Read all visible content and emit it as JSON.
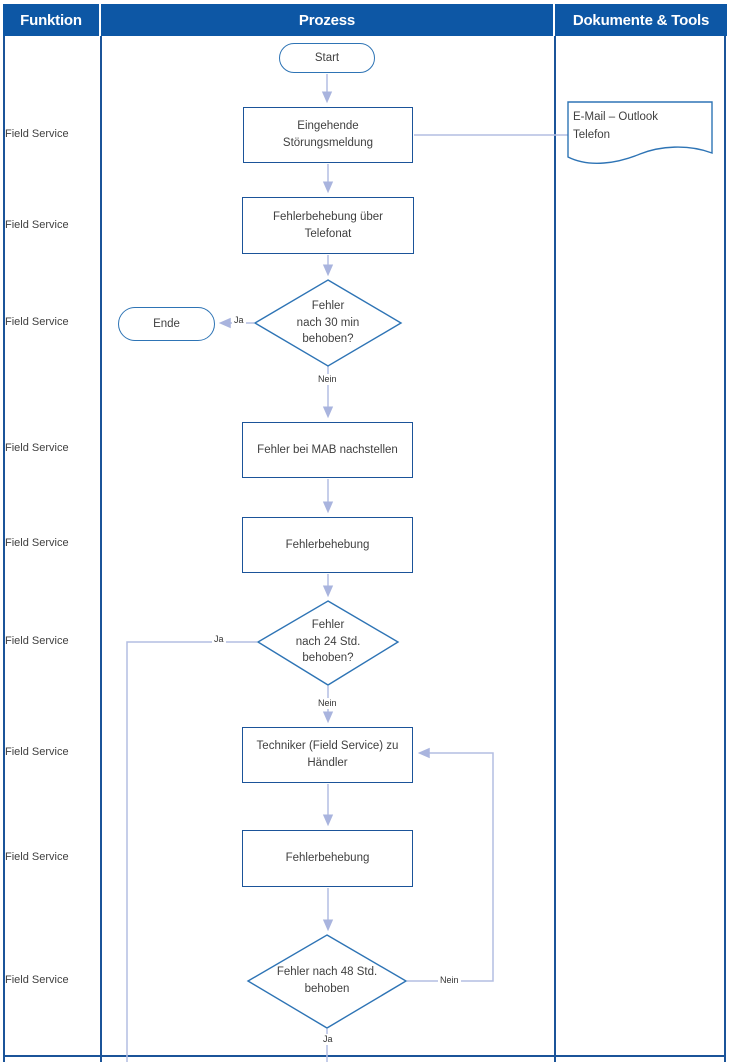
{
  "header": {
    "columns": [
      {
        "label": "Funktion"
      },
      {
        "label": "Prozess"
      },
      {
        "label": "Dokumente & Tools"
      }
    ]
  },
  "function_lane": {
    "labels": [
      "Field Service",
      "Field Service",
      "Field Service",
      "Field Service",
      "Field Service",
      "Field Service",
      "Field Service",
      "Field Service",
      "Field Service"
    ]
  },
  "nodes": {
    "start": {
      "label": "Start"
    },
    "incoming": {
      "label": "Eingehende\nStörungsmeldung"
    },
    "phone_fix": {
      "label": "Fehlerbehebung über\nTelefonat"
    },
    "decision_30min": {
      "label": "Fehler\nnach 30 min\nbehoben?"
    },
    "ende": {
      "label": "Ende"
    },
    "mab": {
      "label": "Fehler bei MAB nachstellen"
    },
    "fix_after_mab": {
      "label": "Fehlerbehebung"
    },
    "decision_24h": {
      "label": "Fehler\nnach 24 Std.\nbehoben?"
    },
    "technician": {
      "label": "Techniker (Field Service) zu\nHändler"
    },
    "fix_after_dealer": {
      "label": "Fehlerbehebung"
    },
    "decision_48h": {
      "label": "Fehler nach 48 Std.\nbehoben"
    },
    "document": {
      "label": "E-Mail – Outlook\nTelefon"
    }
  },
  "edge_labels": {
    "d30_yes": "Ja",
    "d30_no": "Nein",
    "d24_yes": "Ja",
    "d24_no": "Nein",
    "d48_no": "Nein",
    "d48_yes": "Ja"
  },
  "colors": {
    "header_bg": "#0d57a5",
    "lane_border": "#1b5499",
    "shape_border": "#2e74b5",
    "connector": "#b3bde2",
    "text": "#3f3f3f"
  }
}
